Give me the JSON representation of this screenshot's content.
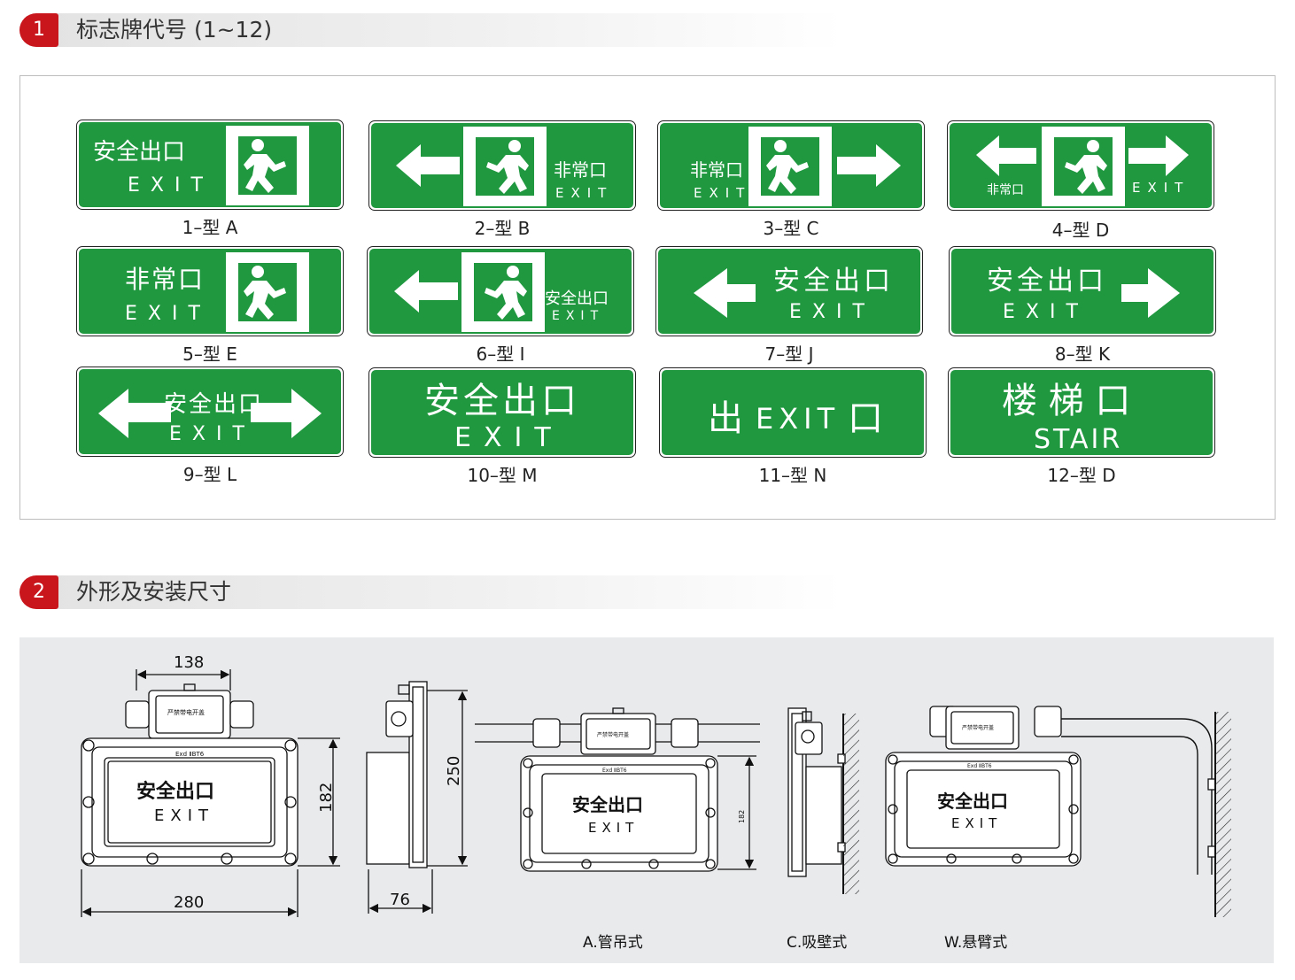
{
  "section1": {
    "num": "1",
    "title": "标志牌代号 (1~12)"
  },
  "section2": {
    "num": "2",
    "title": "外形及安装尺寸"
  },
  "signs": [
    {
      "caption": "1–型 A",
      "cn": "安全出口",
      "en": "EXIT"
    },
    {
      "caption": "2–型 B",
      "cn": "非常口",
      "en": "EXIT"
    },
    {
      "caption": "3–型 C",
      "cn": "非常口",
      "en": "EXIT"
    },
    {
      "caption": "4–型 D",
      "cn": "非常口",
      "en": "EXIT"
    },
    {
      "caption": "5–型 E",
      "cn": "非常口",
      "en": "EXIT"
    },
    {
      "caption": "6–型 I",
      "cn": "安全出口",
      "en": "EXIT"
    },
    {
      "caption": "7–型 J",
      "cn": "安全出口",
      "en": "EXIT"
    },
    {
      "caption": "8–型 K",
      "cn": "安全出口",
      "en": "EXIT"
    },
    {
      "caption": "9–型 L",
      "cn": "安全出口",
      "en": "EXIT"
    },
    {
      "caption": "10–型 M",
      "cn": "安全出口",
      "en": "EXIT"
    },
    {
      "caption": "11–型 N",
      "cn_left": "出",
      "en": "EXIT",
      "cn_right": "口"
    },
    {
      "caption": "12–型 D",
      "cn": "楼 梯 口",
      "en": "STAIR"
    }
  ],
  "drawing": {
    "dim_width_top": "138",
    "dim_height_front": "182",
    "dim_width_bottom": "280",
    "dim_height_side": "250",
    "dim_depth_side": "76",
    "dim_small_182": "182",
    "box_warning": "严禁带电开盖",
    "rating": "Exd ⅡBT6",
    "panel_cn": "安全出口",
    "panel_en": "EXIT",
    "mount_a": "A.管吊式",
    "mount_c": "C.吸壁式",
    "mount_w": "W.悬臂式"
  },
  "colors": {
    "accent": "#c9161d",
    "sign_green": "#1f9840",
    "drawing_bg": "#e8eaec"
  }
}
